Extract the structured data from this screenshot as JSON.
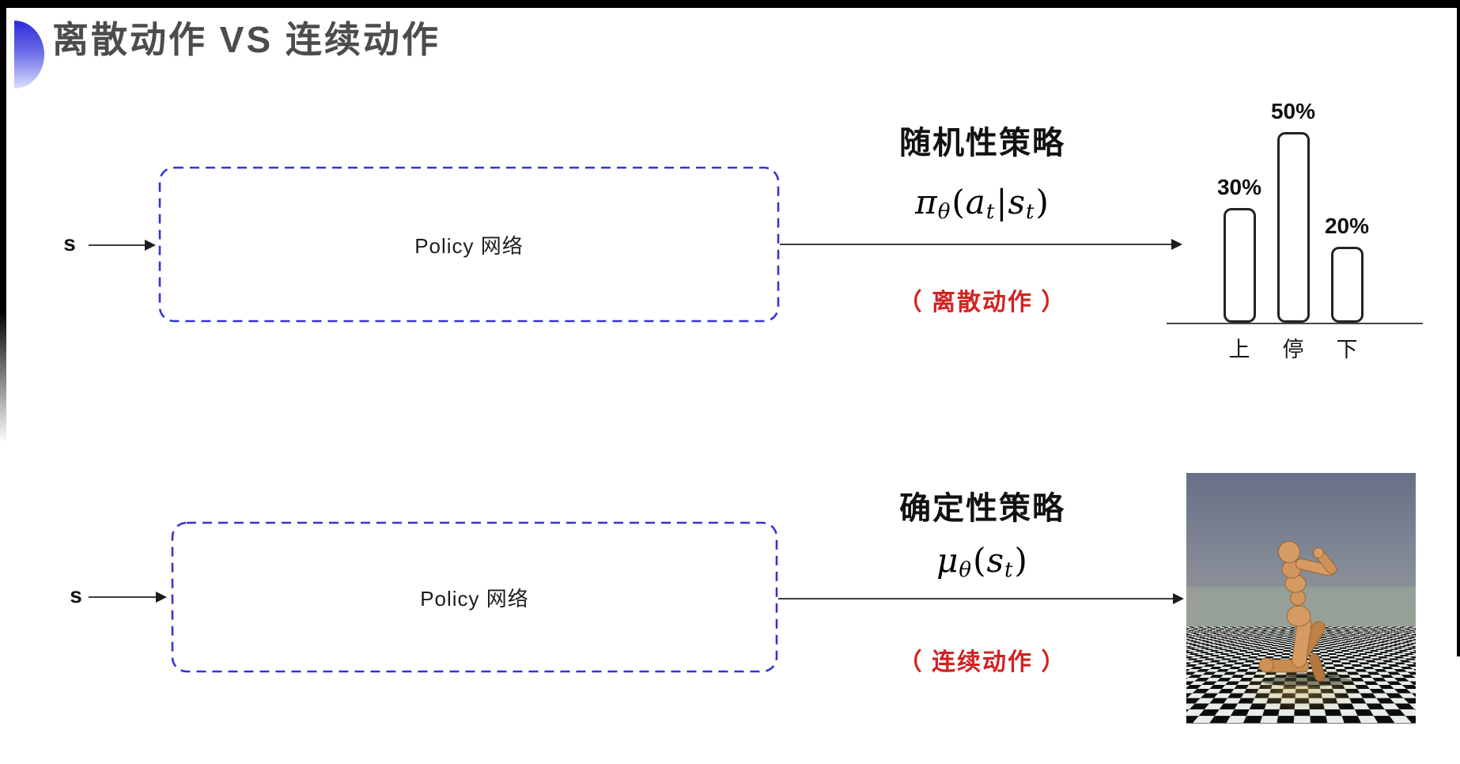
{
  "title": "离散动作 VS 连续动作",
  "top_row": {
    "input_label": "s",
    "box_label": "Policy 网络",
    "policy_title": "随机性策略",
    "formula_segments": [
      {
        "t": "π",
        "style": "var"
      },
      {
        "t": "θ",
        "style": "sub"
      },
      {
        "t": "(",
        "style": "plain"
      },
      {
        "t": "a",
        "style": "var"
      },
      {
        "t": "t",
        "style": "sub"
      },
      {
        "t": "|",
        "style": "plain"
      },
      {
        "t": "s",
        "style": "var"
      },
      {
        "t": "t",
        "style": "sub"
      },
      {
        "t": ")",
        "style": "plain"
      }
    ],
    "action_note": "（ 离散动作 ）"
  },
  "bottom_row": {
    "input_label": "s",
    "box_label": "Policy 网络",
    "policy_title": "确定性策略",
    "formula_segments": [
      {
        "t": "μ",
        "style": "var"
      },
      {
        "t": "θ",
        "style": "sub"
      },
      {
        "t": "(",
        "style": "plain"
      },
      {
        "t": "s",
        "style": "var"
      },
      {
        "t": "t",
        "style": "sub"
      },
      {
        "t": ")",
        "style": "plain"
      }
    ],
    "action_note": "（ 连续动作 ）",
    "image_alt": "MuJoCo humanoid robot on checkerboard floor"
  },
  "chart_data": {
    "type": "bar",
    "title": "",
    "categories": [
      "上",
      "停",
      "下"
    ],
    "values": [
      30,
      50,
      20
    ],
    "value_labels": [
      "30%",
      "50%",
      "20%"
    ],
    "xlabel": "",
    "ylabel": "",
    "ylim": [
      0,
      50
    ],
    "grid": false,
    "legend": false,
    "bar_style": "white fill, dark rounded outline"
  },
  "colors": {
    "accent_blue": "#3434d8",
    "note_red": "#d32222",
    "title_gray": "#4c4c4c",
    "ink_black": "#1c1c1c"
  }
}
